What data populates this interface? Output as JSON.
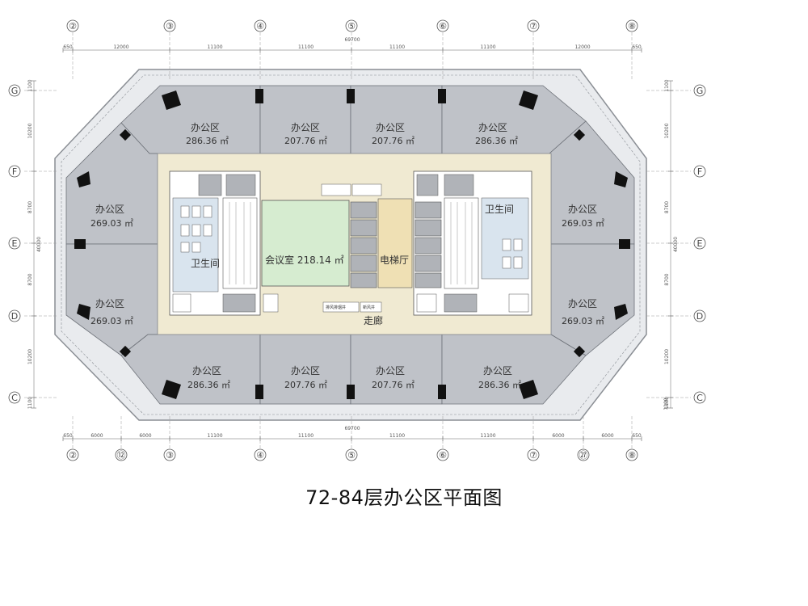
{
  "title": "72-84层办公区平面图",
  "grid": {
    "top_columns": [
      "②",
      "③",
      "④",
      "⑤",
      "⑥",
      "⑦",
      "⑧"
    ],
    "bottom_columns": [
      "②",
      "⑫",
      "③",
      "④",
      "⑤",
      "⑥",
      "⑦",
      "㉗",
      "⑧"
    ],
    "rows": [
      "G",
      "F",
      "E",
      "D",
      "C"
    ]
  },
  "dimensions": {
    "top_total": "69700",
    "top_segments": [
      "650",
      "12000",
      "11100",
      "11100",
      "11100",
      "11100",
      "12000",
      "650"
    ],
    "bottom_total": "69700",
    "bottom_segments": [
      "650",
      "6000",
      "6000",
      "11100",
      "11100",
      "11100",
      "11100",
      "6000",
      "6000",
      "650"
    ],
    "left_total": "40000",
    "side_segments": [
      "1100",
      "10200",
      "8700",
      "8700",
      "10200",
      "1100"
    ],
    "right_total": "40000",
    "right_extra": "1100"
  },
  "rooms": {
    "office_top_1": {
      "name": "办公区",
      "area": "286.36 ㎡"
    },
    "office_top_2": {
      "name": "办公区",
      "area": "207.76 ㎡"
    },
    "office_top_3": {
      "name": "办公区",
      "area": "207.76 ㎡"
    },
    "office_top_4": {
      "name": "办公区",
      "area": "286.36 ㎡"
    },
    "office_left_1": {
      "name": "办公区",
      "area": "269.03 ㎡"
    },
    "office_left_2": {
      "name": "办公区",
      "area": "269.03 ㎡"
    },
    "office_right_1": {
      "name": "办公区",
      "area": "269.03 ㎡"
    },
    "office_right_2": {
      "name": "办公区",
      "area": "269.03 ㎡"
    },
    "office_bottom_1": {
      "name": "办公区",
      "area": "286.36 ㎡"
    },
    "office_bottom_2": {
      "name": "办公区",
      "area": "207.76 ㎡"
    },
    "office_bottom_3": {
      "name": "办公区",
      "area": "207.76 ㎡"
    },
    "office_bottom_4": {
      "name": "办公区",
      "area": "286.36 ㎡"
    }
  },
  "core": {
    "meeting_room": "会议室 218.14 ㎡",
    "elevator_hall": "电梯厅",
    "corridor": "走廊",
    "restroom_left": "卫生间",
    "restroom_right": "卫生间",
    "smoke_shaft": "排风排烟井",
    "fresh_air_shaft": "新风井"
  },
  "colors": {
    "office": "#bfc2c8",
    "corridor": "#f0ead2",
    "meeting": "#d6ecd0",
    "elevator_hall": "#efe0b4",
    "restroom": "#d9e4ee",
    "shaft": "#b0b3b8"
  }
}
